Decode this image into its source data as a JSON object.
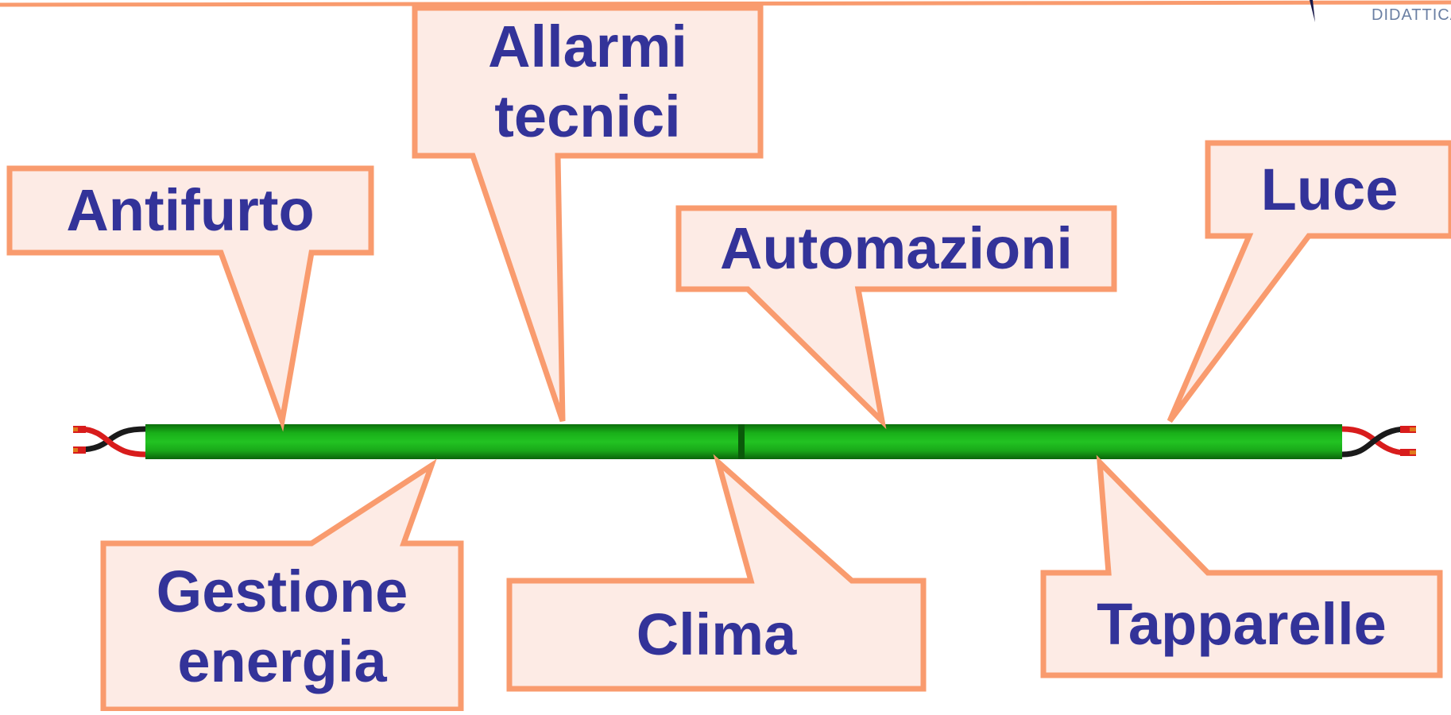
{
  "callouts": {
    "antifurto": "Antifurto",
    "allarmi_tecnici": "Allarmi\ntecnici",
    "automazioni": "Automazioni",
    "luce": "Luce",
    "gestione_energia": "Gestione\nenergia",
    "clima": "Clima",
    "tapparelle": "Tapparelle"
  },
  "logo": {
    "text": "DIDATTICA"
  },
  "colors": {
    "text": "#333399",
    "callout_fill": "#fdebe5",
    "callout_stroke": "#f99b6e",
    "bus_cable": "#0f9a0f",
    "wire_red": "#d81c1c",
    "wire_black": "#1a1a1a"
  }
}
